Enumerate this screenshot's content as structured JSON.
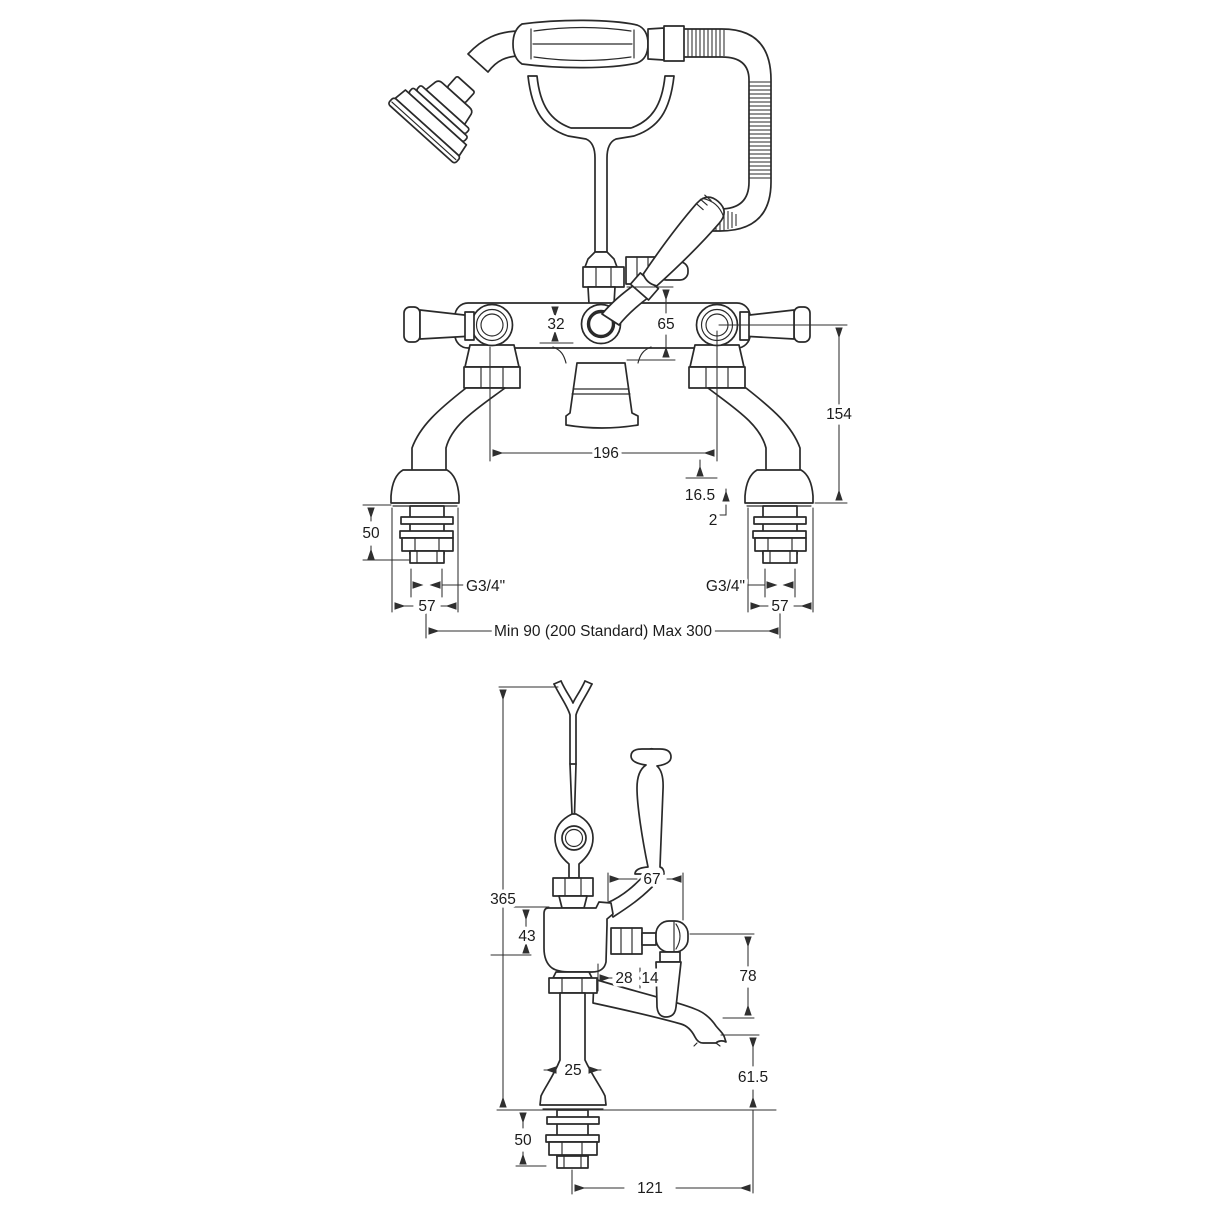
{
  "drawing": {
    "front_view": {
      "rail_depth": "32",
      "outlet_drop": "65",
      "height_above_deck": "154",
      "valve_centres": "196",
      "base_height": "16.5",
      "base_lip": "2",
      "shank_length_left": "50",
      "thread_size_left": "G3/4\"",
      "base_width_left": "57",
      "thread_size_right": "G3/4\"",
      "base_width_right": "57",
      "centres_range": "Min 90 (200 Standard) Max 300"
    },
    "side_view": {
      "overall_height": "365",
      "body_height": "43",
      "handle_projection": "67",
      "body_to_diverter": "28",
      "diverter_stem": "14",
      "diverter_drop": "78",
      "spout_drop": "61.5",
      "pillar_diameter": "25",
      "shank_length": "50",
      "spout_projection": "121"
    },
    "colors": {
      "ink": "#2a2a2a",
      "background": "#ffffff"
    }
  }
}
